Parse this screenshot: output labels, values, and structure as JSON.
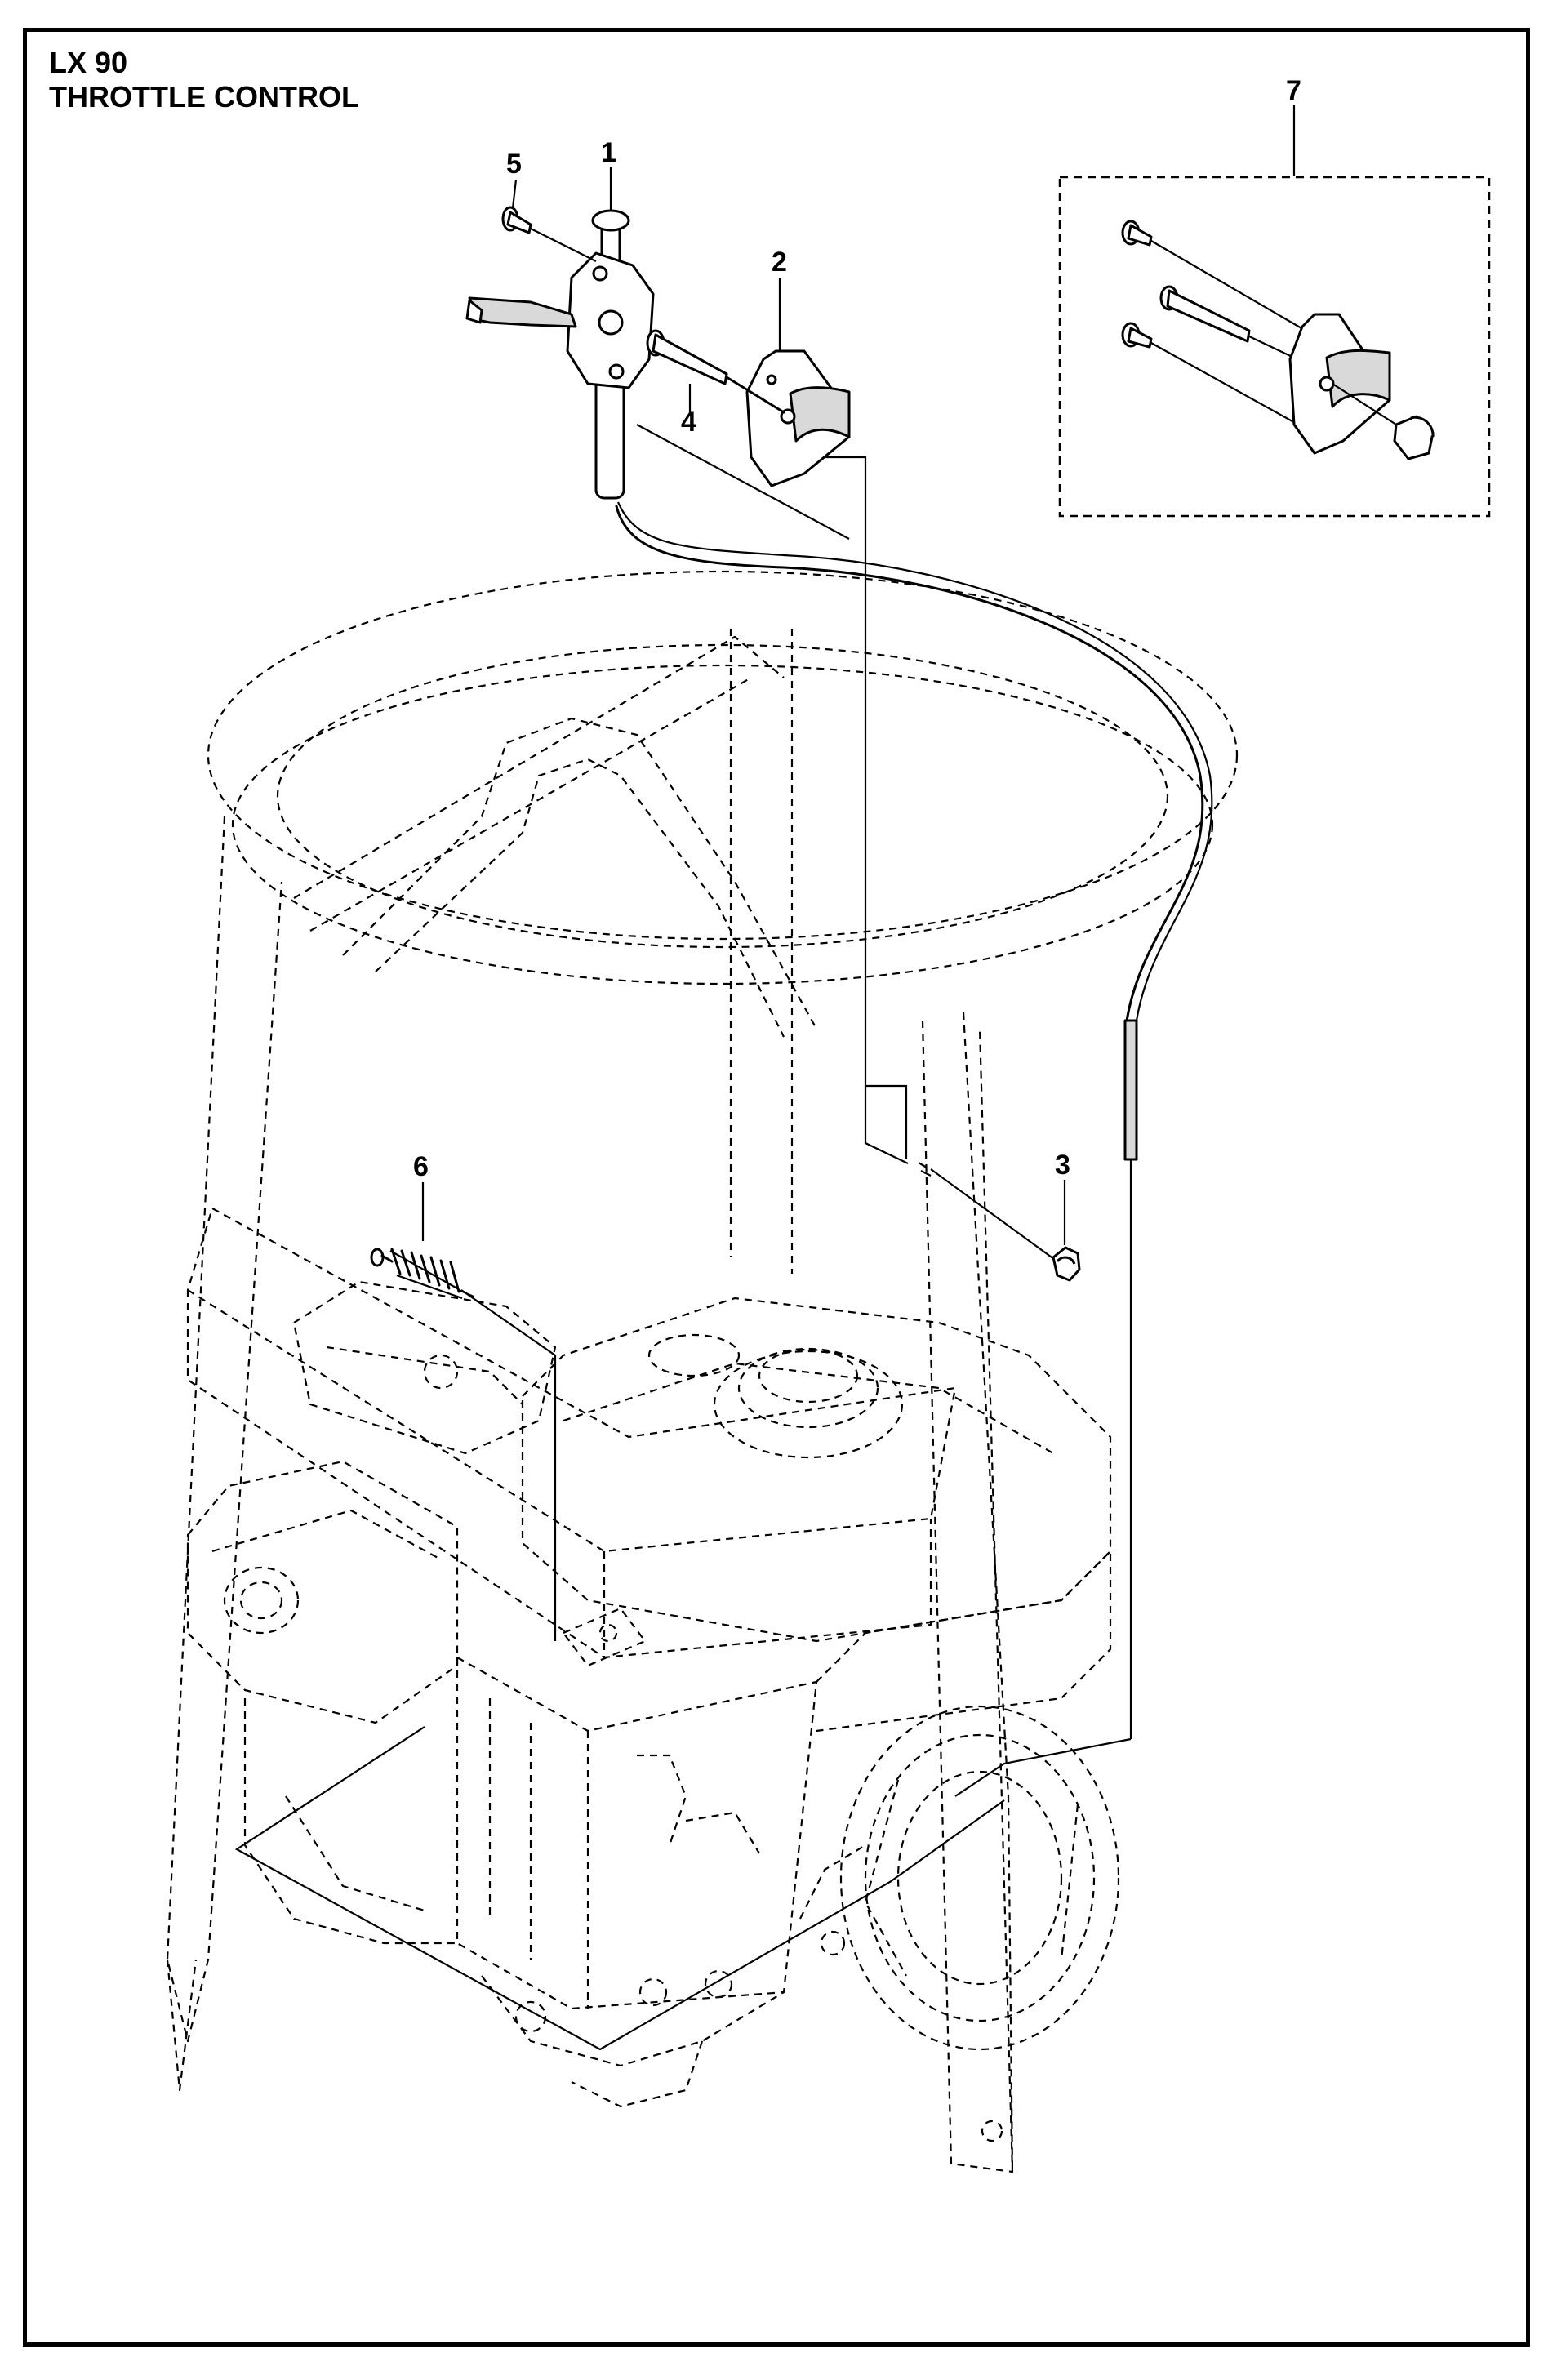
{
  "header": {
    "model": "LX 90",
    "section": "THROTTLE CONTROL"
  },
  "callouts": [
    {
      "id": "1",
      "label": "1"
    },
    {
      "id": "2",
      "label": "2"
    },
    {
      "id": "3",
      "label": "3"
    },
    {
      "id": "4",
      "label": "4"
    },
    {
      "id": "5",
      "label": "5"
    },
    {
      "id": "6",
      "label": "6"
    },
    {
      "id": "7",
      "label": "7"
    }
  ]
}
